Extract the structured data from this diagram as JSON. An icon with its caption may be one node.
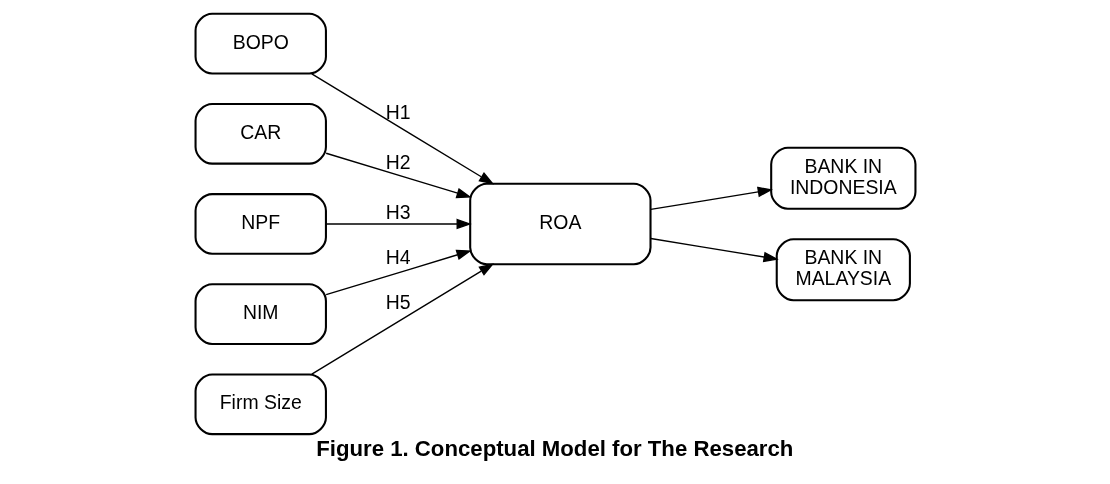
{
  "diagram": {
    "caption": "Figure 1. Conceptual Model for The Research",
    "nodes": [
      {
        "text": [
          "BOPO"
        ]
      },
      {
        "text": [
          "CAR"
        ]
      },
      {
        "text": [
          "NPF"
        ]
      },
      {
        "text": [
          "NIM"
        ]
      },
      {
        "text": [
          "Firm Size"
        ]
      },
      {
        "text": [
          "ROA"
        ]
      },
      {
        "text": [
          "BANK IN INDONESIA"
        ]
      },
      {
        "text": [
          "BANK IN MALAYSIA"
        ]
      }
    ],
    "edges": [
      {
        "from": 0,
        "to": 5,
        "arrow": "to",
        "label": "H1"
      },
      {
        "from": 1,
        "to": 5,
        "arrow": "to",
        "label": "H2"
      },
      {
        "from": 2,
        "to": 5,
        "arrow": "to",
        "label": "H3"
      },
      {
        "from": 3,
        "to": 5,
        "arrow": "to",
        "label": "H4"
      },
      {
        "from": 4,
        "to": 5,
        "arrow": "to",
        "label": "H5"
      },
      {
        "from": 5,
        "to": 6,
        "arrow": "to"
      },
      {
        "from": 5,
        "to": 7,
        "arrow": "to"
      }
    ]
  }
}
